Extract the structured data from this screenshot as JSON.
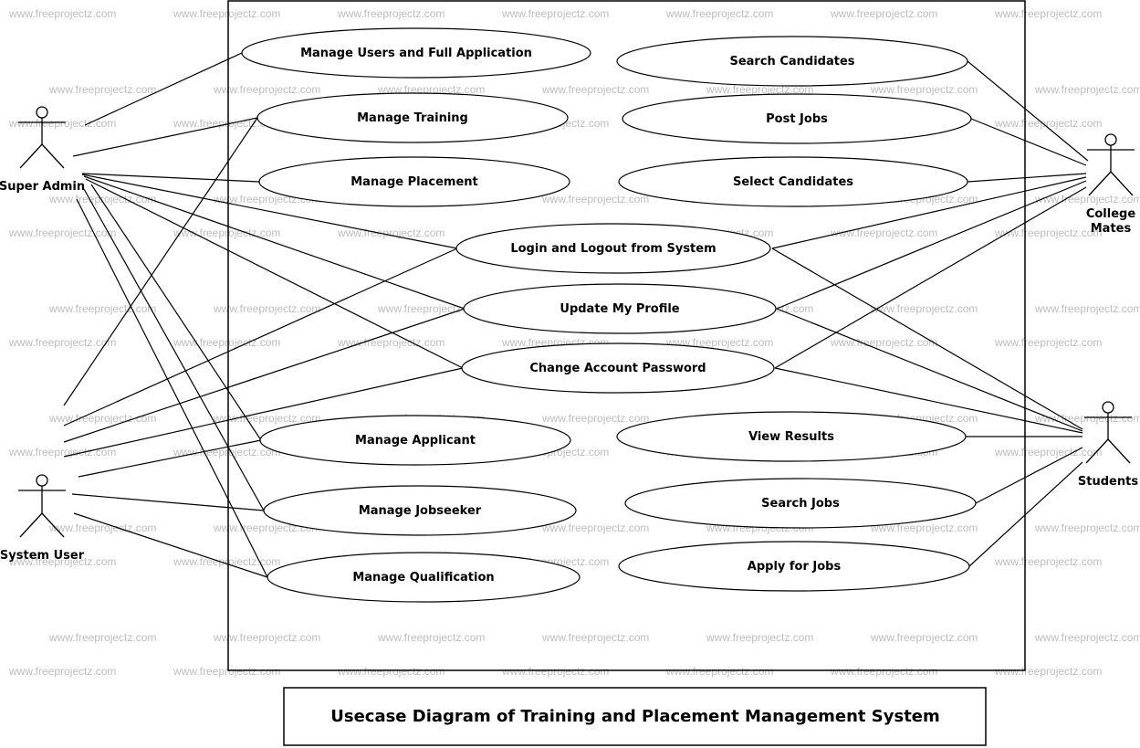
{
  "watermark": "www.freeprojectz.com",
  "diagram_title": "Usecase Diagram of Training and Placement Management System",
  "actors": {
    "super_admin": "Super Admin",
    "system_user": "System User",
    "college_mates": [
      "College",
      "Mates"
    ],
    "students": "Students"
  },
  "use_cases": {
    "manage_users": "Manage Users and Full Application",
    "manage_training": "Manage Training",
    "manage_placement": "Manage Placement",
    "login_logout": "Login and Logout from System",
    "update_profile": "Update My Profile",
    "change_password": "Change Account Password",
    "manage_applicant": "Manage Applicant",
    "manage_jobseeker": "Manage Jobseeker",
    "manage_qualification": "Manage Qualification",
    "search_candidates": "Search Candidates",
    "post_jobs": "Post Jobs",
    "select_candidates": "Select Candidates",
    "view_results": "View Results",
    "search_jobs": "Search Jobs",
    "apply_for_jobs": "Apply for Jobs"
  }
}
